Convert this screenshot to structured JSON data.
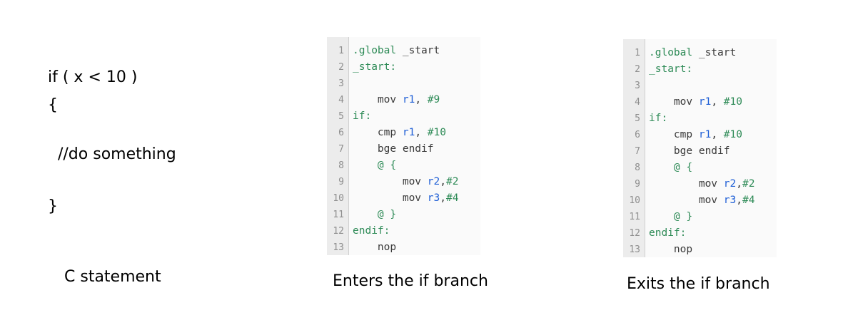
{
  "c_statement": {
    "lines": [
      "if ( x < 10 )",
      "{",
      "  //do something",
      "}"
    ],
    "caption": "C statement"
  },
  "panels": [
    {
      "caption": "Enters the if branch",
      "lines": [
        {
          "n": "1",
          "tokens": [
            {
              "t": ".global",
              "c": "g"
            },
            {
              "t": " _start",
              "c": "t"
            }
          ]
        },
        {
          "n": "2",
          "tokens": [
            {
              "t": "_start:",
              "c": "g"
            }
          ]
        },
        {
          "n": "3",
          "tokens": []
        },
        {
          "n": "4",
          "tokens": [
            {
              "t": "    mov ",
              "c": "t"
            },
            {
              "t": "r1",
              "c": "b"
            },
            {
              "t": ", ",
              "c": "t"
            },
            {
              "t": "#9",
              "c": "g"
            }
          ]
        },
        {
          "n": "5",
          "tokens": [
            {
              "t": "if:",
              "c": "g"
            }
          ]
        },
        {
          "n": "6",
          "tokens": [
            {
              "t": "    cmp ",
              "c": "t"
            },
            {
              "t": "r1",
              "c": "b"
            },
            {
              "t": ", ",
              "c": "t"
            },
            {
              "t": "#10",
              "c": "g"
            }
          ]
        },
        {
          "n": "7",
          "tokens": [
            {
              "t": "    bge endif",
              "c": "t"
            }
          ]
        },
        {
          "n": "8",
          "tokens": [
            {
              "t": "    @ {",
              "c": "g"
            }
          ]
        },
        {
          "n": "9",
          "tokens": [
            {
              "t": "        mov ",
              "c": "t"
            },
            {
              "t": "r2",
              "c": "b"
            },
            {
              "t": ",",
              "c": "t"
            },
            {
              "t": "#2",
              "c": "g"
            }
          ]
        },
        {
          "n": "10",
          "tokens": [
            {
              "t": "        mov ",
              "c": "t"
            },
            {
              "t": "r3",
              "c": "b"
            },
            {
              "t": ",",
              "c": "t"
            },
            {
              "t": "#4",
              "c": "g"
            }
          ]
        },
        {
          "n": "11",
          "tokens": [
            {
              "t": "    @ }",
              "c": "g"
            }
          ]
        },
        {
          "n": "12",
          "tokens": [
            {
              "t": "endif:",
              "c": "g"
            }
          ]
        },
        {
          "n": "13",
          "tokens": [
            {
              "t": "    nop",
              "c": "t"
            }
          ]
        }
      ]
    },
    {
      "caption": "Exits the if branch",
      "lines": [
        {
          "n": "1",
          "tokens": [
            {
              "t": ".global",
              "c": "g"
            },
            {
              "t": " _start",
              "c": "t"
            }
          ]
        },
        {
          "n": "2",
          "tokens": [
            {
              "t": "_start:",
              "c": "g"
            }
          ]
        },
        {
          "n": "3",
          "tokens": []
        },
        {
          "n": "4",
          "tokens": [
            {
              "t": "    mov ",
              "c": "t"
            },
            {
              "t": "r1",
              "c": "b"
            },
            {
              "t": ", ",
              "c": "t"
            },
            {
              "t": "#10",
              "c": "g"
            }
          ]
        },
        {
          "n": "5",
          "tokens": [
            {
              "t": "if:",
              "c": "g"
            }
          ]
        },
        {
          "n": "6",
          "tokens": [
            {
              "t": "    cmp ",
              "c": "t"
            },
            {
              "t": "r1",
              "c": "b"
            },
            {
              "t": ", ",
              "c": "t"
            },
            {
              "t": "#10",
              "c": "g"
            }
          ]
        },
        {
          "n": "7",
          "tokens": [
            {
              "t": "    bge endif",
              "c": "t"
            }
          ]
        },
        {
          "n": "8",
          "tokens": [
            {
              "t": "    @ {",
              "c": "g"
            }
          ]
        },
        {
          "n": "9",
          "tokens": [
            {
              "t": "        mov ",
              "c": "t"
            },
            {
              "t": "r2",
              "c": "b"
            },
            {
              "t": ",",
              "c": "t"
            },
            {
              "t": "#2",
              "c": "g"
            }
          ]
        },
        {
          "n": "10",
          "tokens": [
            {
              "t": "        mov ",
              "c": "t"
            },
            {
              "t": "r3",
              "c": "b"
            },
            {
              "t": ",",
              "c": "t"
            },
            {
              "t": "#4",
              "c": "g"
            }
          ]
        },
        {
          "n": "11",
          "tokens": [
            {
              "t": "    @ }",
              "c": "g"
            }
          ]
        },
        {
          "n": "12",
          "tokens": [
            {
              "t": "endif:",
              "c": "g"
            }
          ]
        },
        {
          "n": "13",
          "tokens": [
            {
              "t": "    nop",
              "c": "t"
            }
          ]
        }
      ]
    }
  ]
}
